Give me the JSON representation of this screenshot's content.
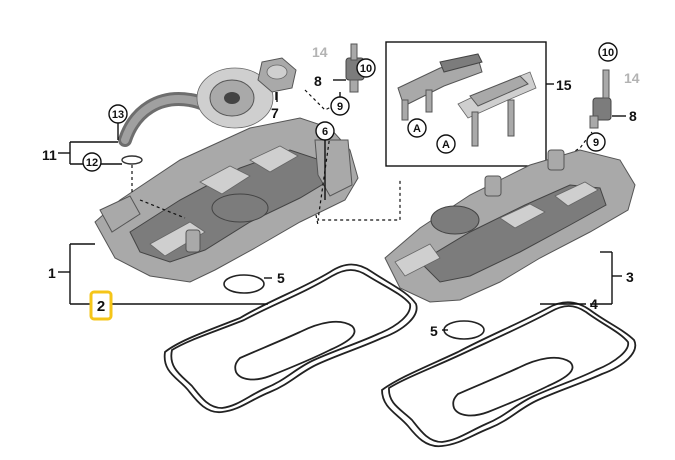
{
  "labels": {
    "l1": "1",
    "l2": "2",
    "l3": "3",
    "l4": "4",
    "l5a": "5",
    "l5b": "5",
    "l6": "6",
    "l7": "7",
    "l8a": "8",
    "l8b": "8",
    "l9a": "9",
    "l9b": "9",
    "l10a": "10",
    "l10b": "10",
    "l11": "11",
    "l12": "12",
    "l13": "13",
    "l14a": "14",
    "l14b": "14",
    "l15": "15",
    "aA": "A",
    "aB": "A"
  },
  "colors": {
    "highlight": "#f5c518",
    "part_grey": "#a9a9a9",
    "muted_label": "#b3b3b3"
  }
}
